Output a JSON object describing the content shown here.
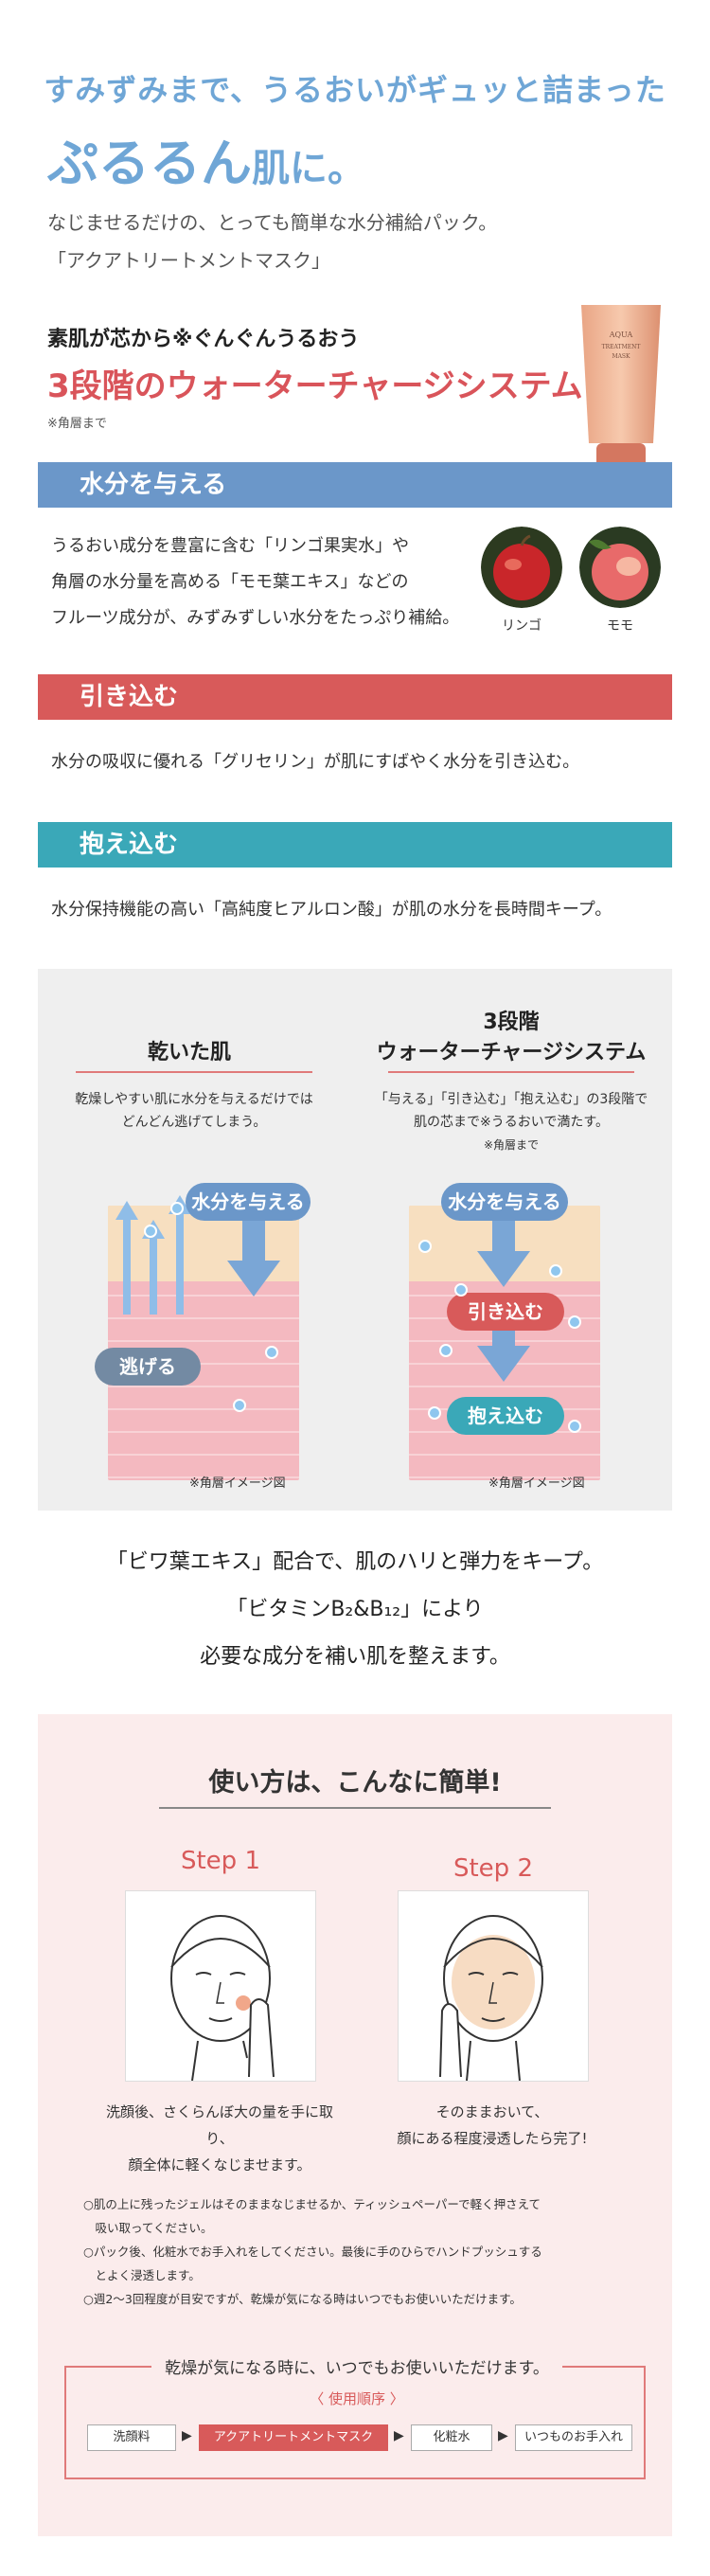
{
  "hero": {
    "line1": "すみずみまで、うるおいがギュッと詰まった",
    "line2_a": "ぷるるん",
    "line2_b": "肌に。"
  },
  "intro": {
    "line1": "なじませるだけの、とっても簡単な水分補給パック。",
    "line2": "「アクアトリートメントマスク」"
  },
  "system": {
    "sub": "素肌が芯から※ぐんぐんうるおう",
    "title": "3段階のウォーターチャージシステム",
    "note": "※角層まで"
  },
  "product": {
    "tube_text": "AQUA TREATMENT MASK"
  },
  "steps_bars": {
    "give": "水分を与える",
    "pull": "引き込む",
    "hold": "抱え込む"
  },
  "give_text": {
    "l1": "うるおい成分を豊富に含む「リンゴ果実水」や",
    "l2": "角層の水分量を高める「モモ葉エキス」などの",
    "l3": "フルーツ成分が、みずみずしい水分をたっぷり補給。"
  },
  "fruits": {
    "apple": "リンゴ",
    "peach": "モモ"
  },
  "pull_text": "水分の吸収に優れる「グリセリン」が肌にすばやく水分を引き込む。",
  "hold_text": "水分保持機能の高い「高純度ヒアルロン酸」が肌の水分を長時間キープ。",
  "compare": {
    "dry_title": "乾いた肌",
    "dry_desc1": "乾燥しやすい肌に水分を与えるだけでは",
    "dry_desc2": "どんどん逃げてしまう。",
    "sys_title1": "3段階",
    "sys_title2": "ウォーターチャージシステム",
    "sys_desc1": "「与える」「引き込む」「抱え込む」の3段階で",
    "sys_desc2": "肌の芯まで※うるおいで満たす。",
    "sys_note": "※角層まで",
    "pill_give": "水分を与える",
    "pill_escape": "逃げる",
    "pill_pull": "引き込む",
    "pill_hold": "抱え込む",
    "fig_note": "※角層イメージ図"
  },
  "mid": {
    "l1": "「ビワ葉エキス」配合で、肌のハリと弾力をキープ。",
    "l2": "「ビタミンB₂&B₁₂」により",
    "l3": "必要な成分を補い肌を整えます。"
  },
  "usage": {
    "title": "使い方は、こんなに簡単!",
    "step1": "Step 1",
    "step2": "Step 2",
    "step1_d1": "洗顔後、さくらんぼ大の量を手に取り、",
    "step1_d2": "顔全体に軽くなじませます。",
    "step2_d1": "そのままおいて、",
    "step2_d2": "顔にある程度浸透したら完了!",
    "notes": [
      "○肌の上に残ったジェルはそのままなじませるか、ティッシュペーパーで軽く押さえて",
      "　吸い取ってください。",
      "○パック後、化粧水でお手入れをしてください。最後に手のひらでハンドプッシュする",
      "　とよく浸透します。",
      "○週2〜3回程度が目安ですが、乾燥が気になる時はいつでもお使いいただけます。"
    ],
    "flow_heading": "乾燥が気になる時に、いつでもお使いいただけます。",
    "flow_sub": "〈 使用順序 〉",
    "flow": [
      "洗顔料",
      "アクアトリートメントマスク",
      "化粧水",
      "いつものお手入れ"
    ]
  }
}
